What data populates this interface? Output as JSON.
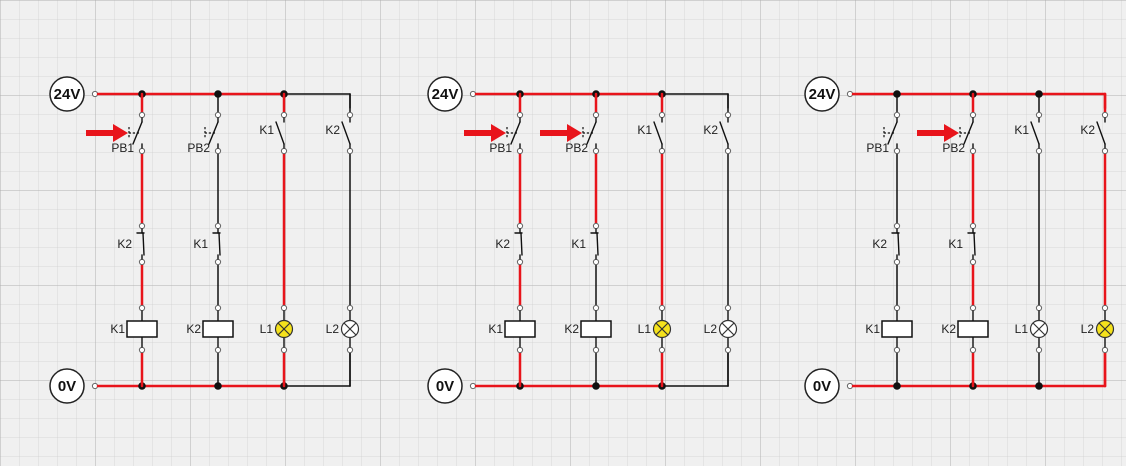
{
  "colors": {
    "energized": "#e8141b",
    "idle": "#111111",
    "lamp_on": "#f5e21c",
    "lamp_off": "#ffffff",
    "arrow": "#e8141b"
  },
  "supply": {
    "positive": "24V",
    "negative": "0V"
  },
  "labels": {
    "pb1": "PB1",
    "pb2": "PB2",
    "k1": "K1",
    "k2": "K2",
    "l1": "L1",
    "l2": "L2"
  },
  "states": [
    {
      "top_red_rungs": 3,
      "bottom_red_rungs": 3,
      "pressed": [
        "pb1"
      ],
      "lamps_on": [
        "l1"
      ],
      "red_rungs": {
        "r1": [
          "top",
          "mid1",
          "mid2",
          "bot"
        ],
        "r2": [],
        "r3": [
          "all"
        ],
        "r4": []
      }
    },
    {
      "top_red_rungs": 3,
      "bottom_red_rungs": 3,
      "pressed": [
        "pb1",
        "pb2"
      ],
      "lamps_on": [
        "l1"
      ],
      "red_rungs": {
        "r1": [
          "top",
          "mid1",
          "mid2",
          "bot"
        ],
        "r2": [
          "top",
          "mid1"
        ],
        "r3": [
          "all"
        ],
        "r4": []
      }
    },
    {
      "top_red_rungs": 4,
      "bottom_red_rungs": 4,
      "pressed": [
        "pb2"
      ],
      "lamps_on": [
        "l2"
      ],
      "red_rungs": {
        "r1": [],
        "r2": [
          "top",
          "mid1",
          "mid2",
          "bot"
        ],
        "r3": [],
        "r4": [
          "all"
        ]
      }
    }
  ]
}
